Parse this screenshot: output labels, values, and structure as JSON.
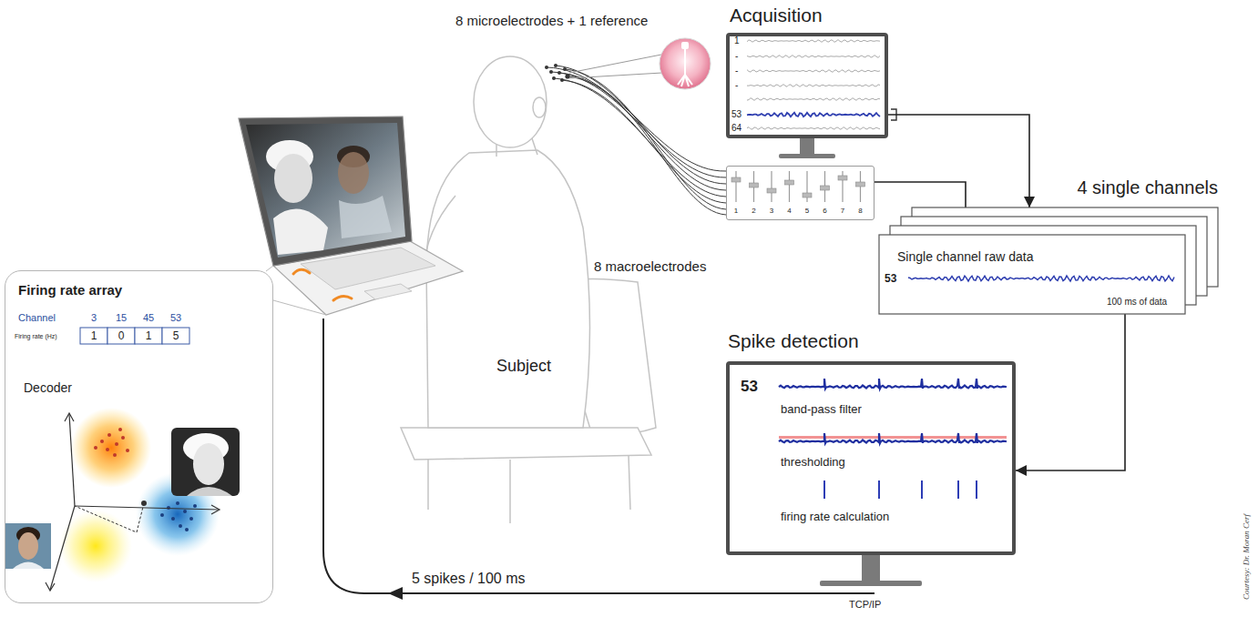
{
  "diagram": {
    "nodes": [
      {
        "text": [
          "Acquisition"
        ]
      },
      {
        "text": [
          "1",
          "2",
          "3",
          "4",
          "5",
          "6",
          "7",
          "8"
        ]
      },
      {
        "text": [
          "4 single channels",
          "Single channel raw data",
          "53",
          "100 ms of data"
        ]
      },
      {
        "text": [
          "Spike detection",
          "53",
          "band-pass filter",
          "thresholding",
          "firing rate calculation"
        ]
      },
      {
        "text": [
          "Firing rate array",
          "Decoder"
        ]
      }
    ],
    "edges": [
      {
        "from": 0,
        "to": 2,
        "arrow": "to"
      },
      {
        "from": 1,
        "to": 2,
        "arrow": "none"
      },
      {
        "from": 2,
        "to": 3,
        "arrow": "to"
      }
    ],
    "labels": [
      "8 microelectrodes + 1 reference",
      "1",
      "-",
      "-",
      "-",
      "53",
      "64",
      "8 macroelectrodes",
      "Subject",
      "Channel",
      "3",
      "15",
      "45",
      "53",
      "Firing rate (Hz)",
      "1",
      "0",
      "1",
      "5",
      "5 spikes / 100 ms",
      "TCP/IP",
      "Courtesy: Dr. Moran Cerf"
    ]
  }
}
